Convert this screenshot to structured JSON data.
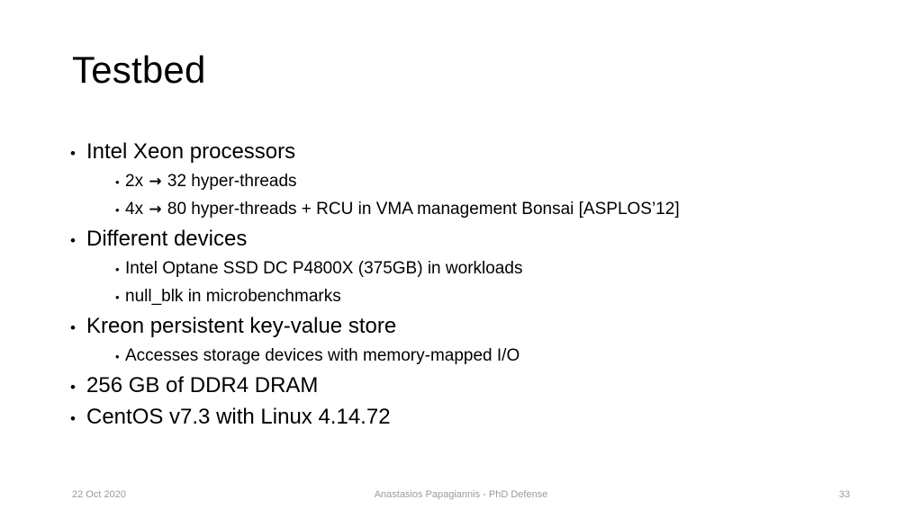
{
  "slide": {
    "title": "Testbed",
    "background_color": "#ffffff",
    "text_color": "#000000",
    "footer_color": "#9b9b9b",
    "bullet_glyph": "•",
    "arrow_glyph": "→"
  },
  "body": {
    "items": [
      {
        "level": 1,
        "text": "Intel Xeon processors"
      },
      {
        "level": 2,
        "text": "2x → 32 hyper-threads"
      },
      {
        "level": 2,
        "text": "4x → 80 hyper-threads + RCU in VMA management Bonsai [ASPLOS’12]"
      },
      {
        "level": 1,
        "text": "Different devices"
      },
      {
        "level": 2,
        "text": "Intel Optane SSD DC P4800X (375GB) in workloads"
      },
      {
        "level": 2,
        "text": "null_blk in microbenchmarks"
      },
      {
        "level": 1,
        "text": "Kreon persistent key-value store"
      },
      {
        "level": 2,
        "text": "Accesses storage devices with memory-mapped I/O"
      },
      {
        "level": 1,
        "text": "256 GB of DDR4 DRAM"
      },
      {
        "level": 1,
        "text": "CentOS v7.3 with Linux 4.14.72"
      }
    ]
  },
  "footer": {
    "date": "22 Oct 2020",
    "center": "Anastasios Papagiannis - PhD Defense",
    "slide_number": "33"
  }
}
